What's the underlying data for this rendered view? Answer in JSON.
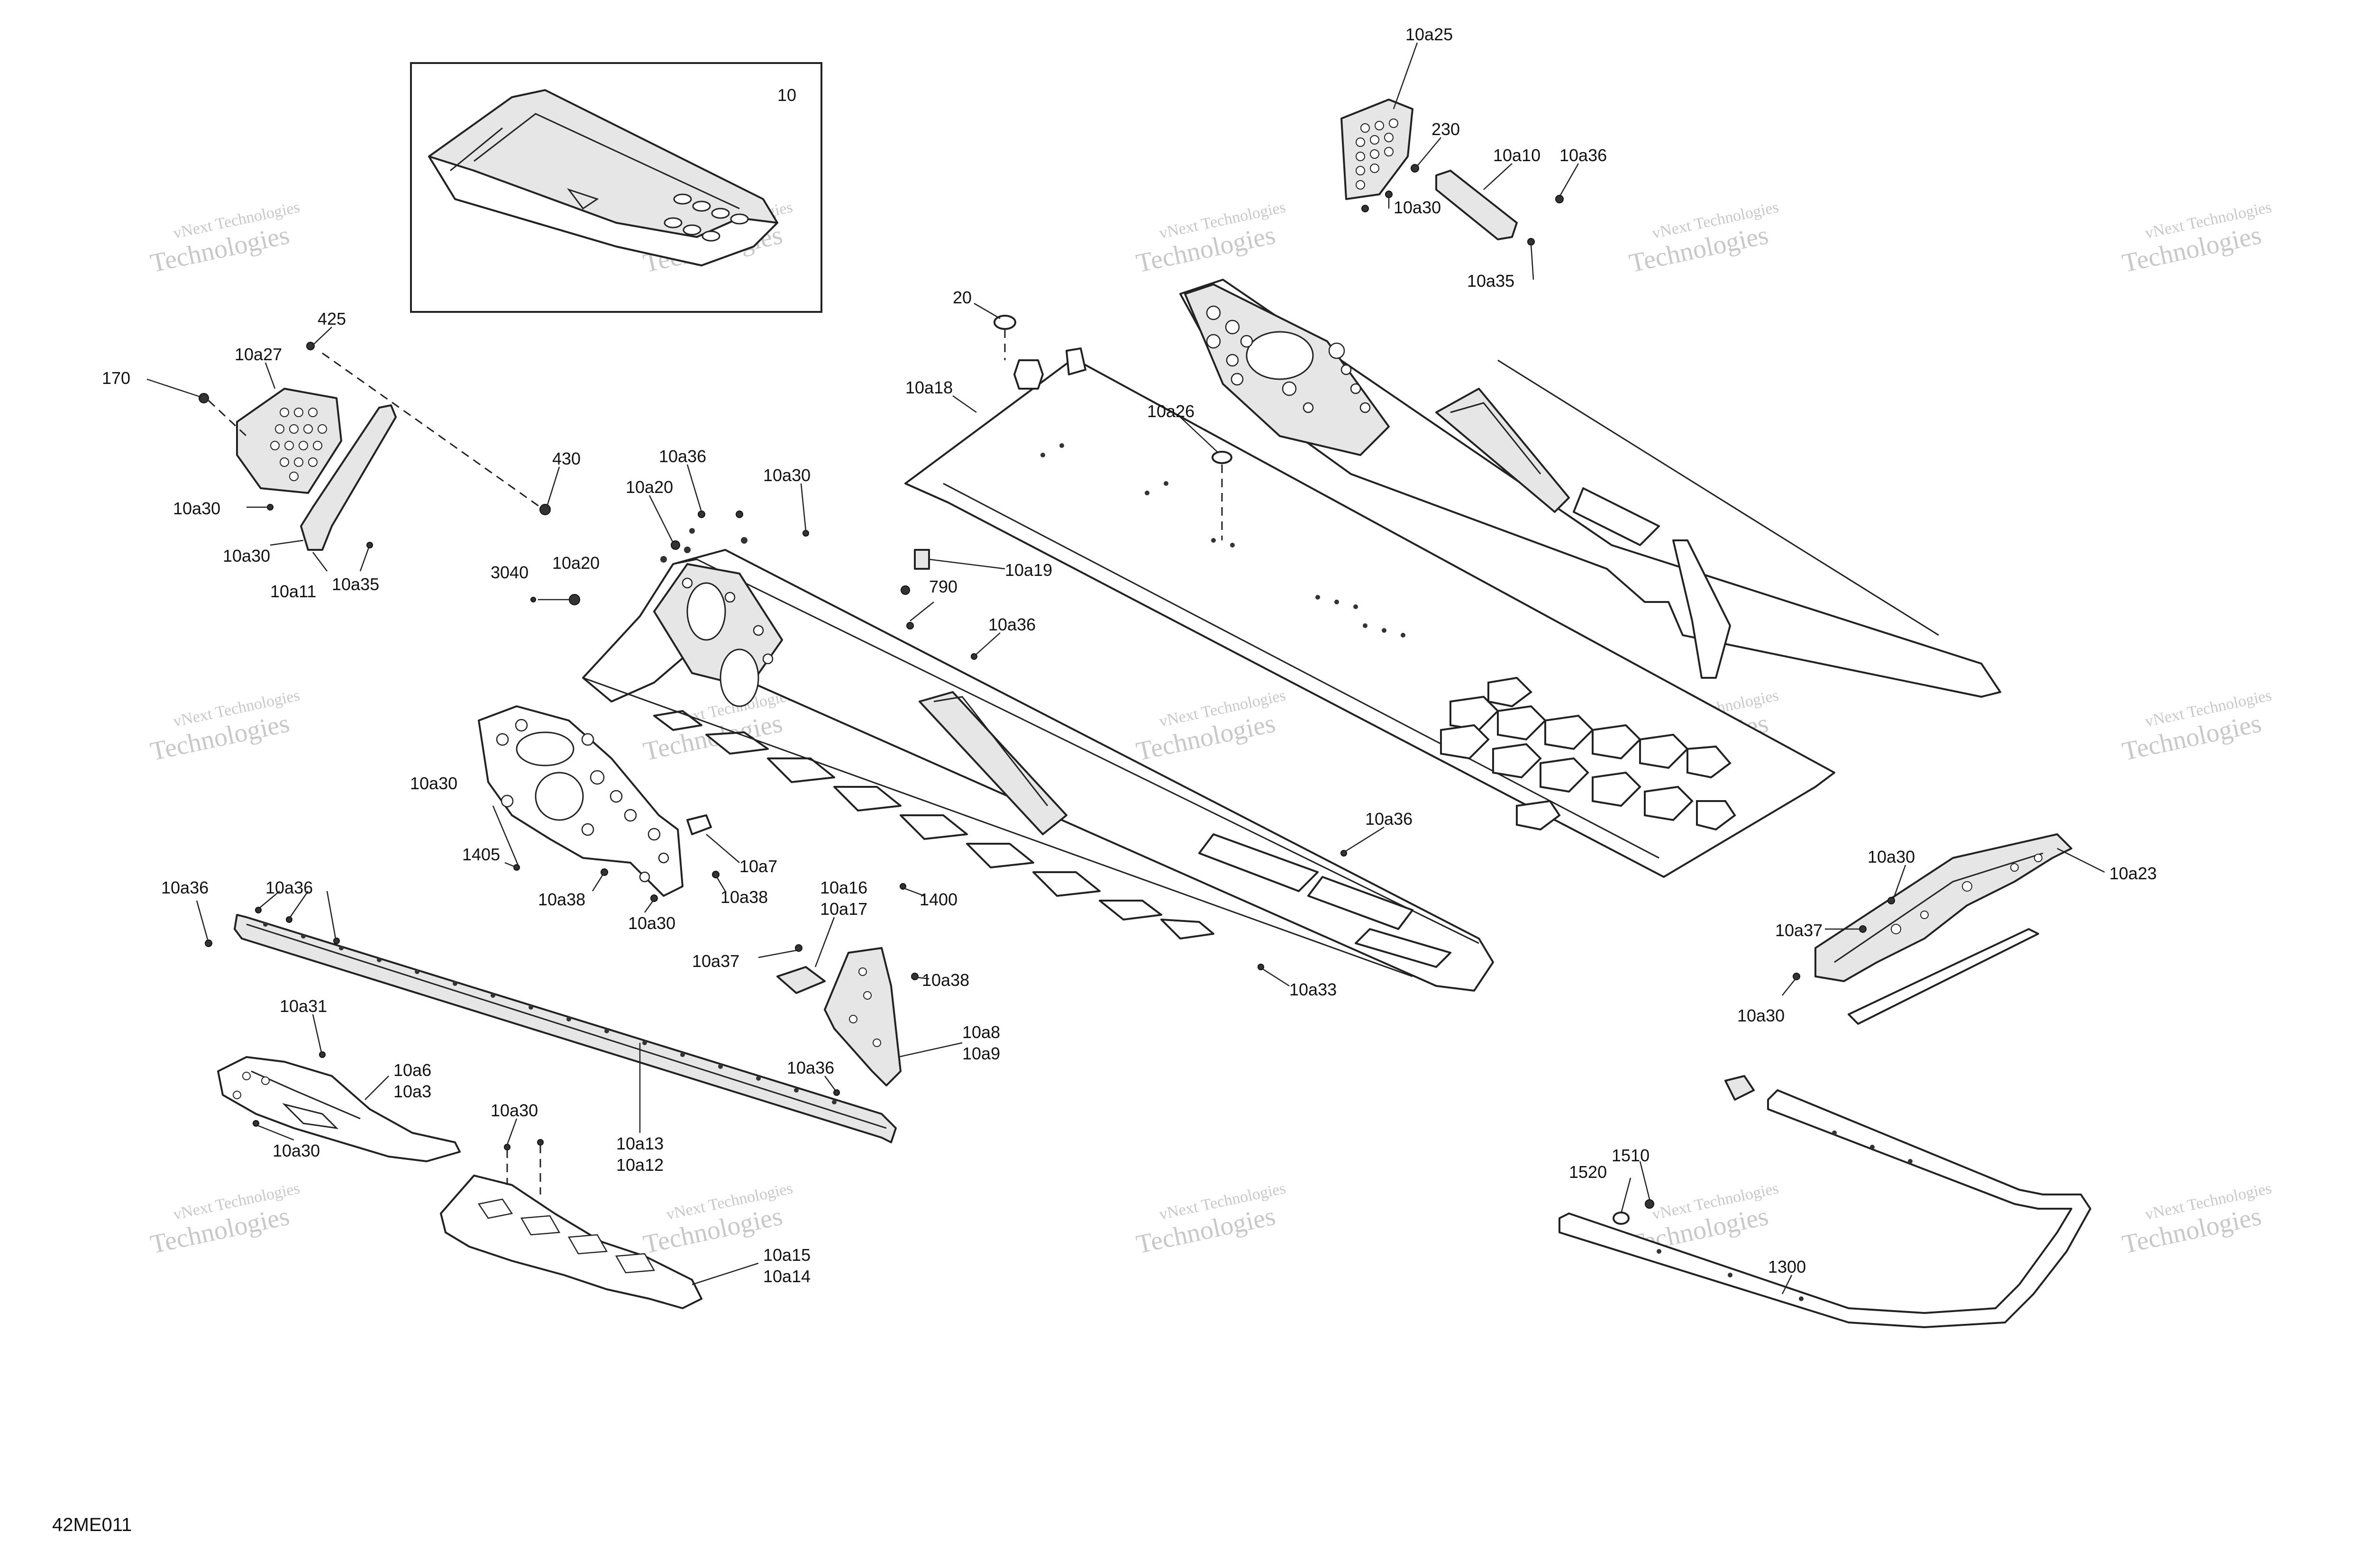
{
  "diagram_code": "42ME011",
  "watermark": {
    "line1": "vNext Technologies",
    "line2": "Technologies"
  },
  "callouts": {
    "inset_10": "10",
    "c10a25": "10a25",
    "c230": "230",
    "c10a10": "10a10",
    "c10a36_top": "10a36",
    "c10a30_top": "10a30",
    "c10a35_top": "10a35",
    "c425": "425",
    "c10a27": "10a27",
    "c170": "170",
    "c430": "430",
    "c10a30_left1": "10a30",
    "c10a30_left2": "10a30",
    "c10a11": "10a11",
    "c10a35_left": "10a35",
    "c20": "20",
    "c10a18": "10a18",
    "c10a26": "10a26",
    "c10a36_mid": "10a36",
    "c10a20_a": "10a20",
    "c10a30_mid": "10a30",
    "c10a19": "10a19",
    "c3040": "3040",
    "c10a20_b": "10a20",
    "c790": "790",
    "c10a36_mid2": "10a36",
    "c10a30_plate": "10a30",
    "c1405": "1405",
    "c10a38_a": "10a38",
    "c10a30_plate2": "10a30",
    "c10a7": "10a7",
    "c10a38_b": "10a38",
    "c1400": "1400",
    "c10a36_right": "10a36",
    "c10a33": "10a33",
    "c10a36_rail1": "10a36",
    "c10a36_rail2": "10a36",
    "c10a16": "10a16",
    "c10a17": "10a17",
    "c10a37_mid": "10a37",
    "c10a38_c": "10a38",
    "c10a8": "10a8",
    "c10a9": "10a9",
    "c10a31": "10a31",
    "c10a6": "10a6",
    "c10a3": "10a3",
    "c10a30_low": "10a30",
    "c10a36_rail3": "10a36",
    "c10a13": "10a13",
    "c10a12": "10a12",
    "c10a30_low2": "10a30",
    "c10a15": "10a15",
    "c10a14": "10a14",
    "c10a30_r1": "10a30",
    "c10a23": "10a23",
    "c10a37_r": "10a37",
    "c10a30_r2": "10a30",
    "c1510": "1510",
    "c1520": "1520",
    "c1300": "1300"
  }
}
